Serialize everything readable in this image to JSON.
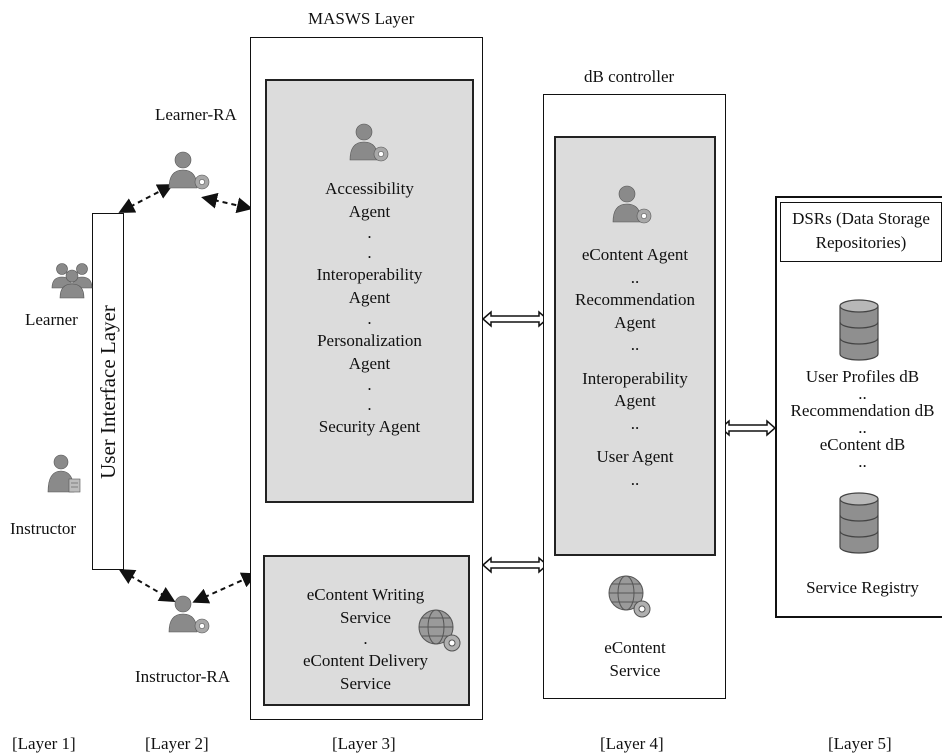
{
  "layer3": {
    "title": "MASWS Layer",
    "agents_box": {
      "items": [
        "Accessibility",
        "Agent",
        ".",
        ".",
        "Interoperability",
        "Agent",
        ".",
        "Personalization",
        "Agent",
        ".",
        ".",
        "Security Agent"
      ]
    },
    "services_box": {
      "items": [
        "eContent Writing",
        "Service",
        ".",
        "eContent Delivery",
        "Service"
      ]
    }
  },
  "layer4": {
    "title": "dB controller",
    "agents_box": {
      "items": [
        "eContent Agent",
        "..",
        "Recommendation",
        "Agent",
        "..",
        "",
        "Interoperability",
        "Agent",
        "..",
        "",
        "User Agent",
        ".."
      ]
    },
    "service_label": [
      "eContent",
      "Service"
    ]
  },
  "layer5": {
    "header": [
      "DSRs (Data Storage",
      "Repositories)"
    ],
    "items": [
      "User Profiles dB",
      "..",
      "Recommendation dB",
      "..",
      "eContent dB",
      ".."
    ],
    "service_registry": "Service Registry"
  },
  "layer1": {
    "ui_layer": "User Interface Layer",
    "learner": "Learner",
    "instructor": "Instructor"
  },
  "layer2": {
    "learner_ra": "Learner-RA",
    "instructor_ra": "Instructor-RA"
  },
  "footer": {
    "layer1": "[Layer 1]",
    "layer2": "[Layer 2]",
    "layer3": "[Layer 3]",
    "layer4": "[Layer 4]",
    "layer5": "[Layer 5]"
  },
  "icons": {
    "agent": "agent-gear-icon",
    "users": "user-group-icon",
    "instructor": "instructor-icon",
    "service": "globe-gear-icon",
    "database": "database-icon"
  }
}
